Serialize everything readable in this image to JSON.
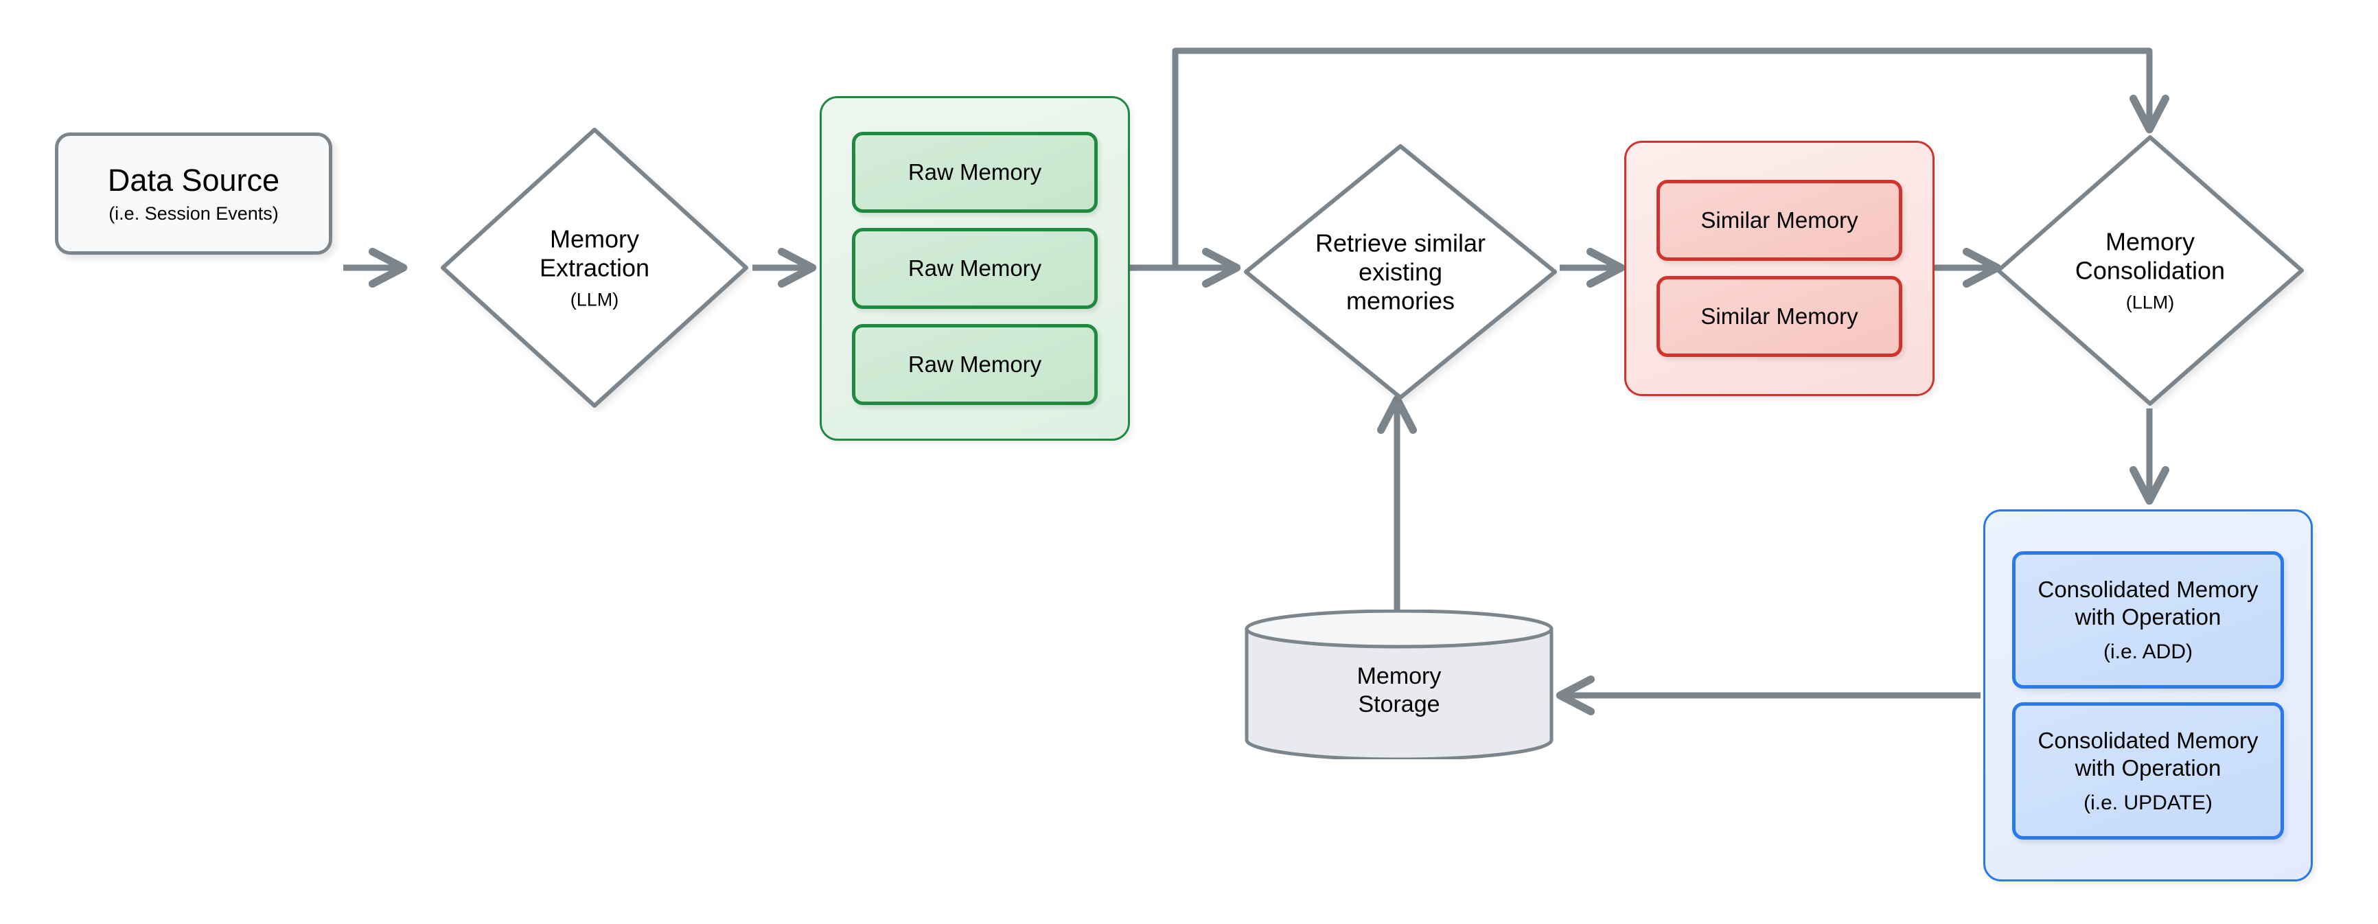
{
  "diagram": {
    "title": "Memory pipeline flow diagram",
    "colors": {
      "stroke_gray": "#7c848c",
      "green_border": "#1f8a3f",
      "green_card_fill": "#cbe8d1",
      "green_group_fill": "#e5f3e8",
      "red_border": "#d0342c",
      "red_card_fill": "#f9cdc7",
      "red_group_fill": "#fbe7e4",
      "blue_border": "#2979e8",
      "blue_card_fill": "#cddefb",
      "blue_group_fill": "#e7effc",
      "neutral_fill": "#f7f9fb",
      "cylinder_fill": "#e8eaed",
      "text": "#000000"
    },
    "nodes": {
      "data_source": {
        "title": "Data Source",
        "subtitle": "(i.e. Session Events)",
        "shape": "rounded-rect"
      },
      "memory_extraction": {
        "line1": "Memory",
        "line2": "Extraction",
        "subtitle": "(LLM)",
        "shape": "diamond"
      },
      "raw_memory_group": {
        "shape": "rounded-rect-group",
        "cards": [
          {
            "label": "Raw Memory"
          },
          {
            "label": "Raw Memory"
          },
          {
            "label": "Raw Memory"
          }
        ]
      },
      "retrieve_similar": {
        "line1": "Retrieve similar",
        "line2": "existing",
        "line3": "memories",
        "shape": "diamond"
      },
      "similar_memory_group": {
        "shape": "rounded-rect-group",
        "cards": [
          {
            "label": "Similar Memory"
          },
          {
            "label": "Similar Memory"
          }
        ]
      },
      "memory_consolidation": {
        "line1": "Memory",
        "line2": "Consolidation",
        "subtitle": "(LLM)",
        "shape": "diamond"
      },
      "consolidated_memory_group": {
        "shape": "rounded-rect-group",
        "cards": [
          {
            "line1": "Consolidated Memory",
            "line2": "with Operation",
            "subtitle": "(i.e. ADD)"
          },
          {
            "line1": "Consolidated Memory",
            "line2": "with Operation",
            "subtitle": "(i.e. UPDATE)"
          }
        ]
      },
      "memory_storage": {
        "line1": "Memory",
        "line2": "Storage",
        "shape": "cylinder"
      }
    },
    "edges": [
      {
        "from": "data_source",
        "to": "memory_extraction",
        "style": "arrow"
      },
      {
        "from": "memory_extraction",
        "to": "raw_memory_group",
        "style": "arrow"
      },
      {
        "from": "raw_memory_group",
        "to": "retrieve_similar",
        "style": "arrow"
      },
      {
        "from": "raw_memory_group",
        "to": "memory_consolidation",
        "style": "arrow-elbow-top"
      },
      {
        "from": "retrieve_similar",
        "to": "similar_memory_group",
        "style": "arrow"
      },
      {
        "from": "similar_memory_group",
        "to": "memory_consolidation",
        "style": "arrow"
      },
      {
        "from": "memory_consolidation",
        "to": "consolidated_memory_group",
        "style": "arrow"
      },
      {
        "from": "consolidated_memory_group",
        "to": "memory_storage",
        "style": "arrow"
      },
      {
        "from": "memory_storage",
        "to": "retrieve_similar",
        "style": "arrow"
      }
    ]
  }
}
